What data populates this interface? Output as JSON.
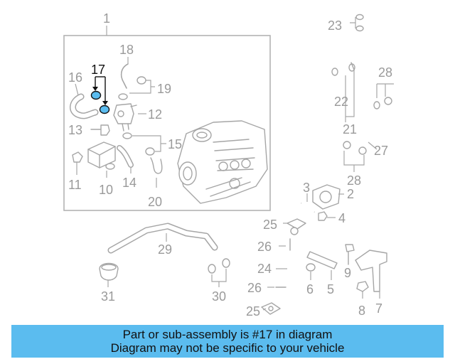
{
  "diagram": {
    "highlighted_part": "17",
    "callouts": [
      "1",
      "2",
      "3",
      "4",
      "5",
      "6",
      "7",
      "8",
      "9",
      "10",
      "11",
      "12",
      "13",
      "14",
      "15",
      "16",
      "17",
      "18",
      "19",
      "20",
      "21",
      "22",
      "23",
      "24",
      "25",
      "25",
      "26",
      "26",
      "27",
      "28",
      "28",
      "29",
      "30",
      "31"
    ]
  },
  "banner": {
    "line1": "Part or sub-assembly is #17 in diagram",
    "line2": "Diagram may not be specific to your vehicle",
    "background": "#5bbcef"
  },
  "colors": {
    "linework": "#a6a6a6",
    "callout_text": "#9a9a9a",
    "highlight_fill": "#5bbcef",
    "highlight_text": "#111111"
  }
}
